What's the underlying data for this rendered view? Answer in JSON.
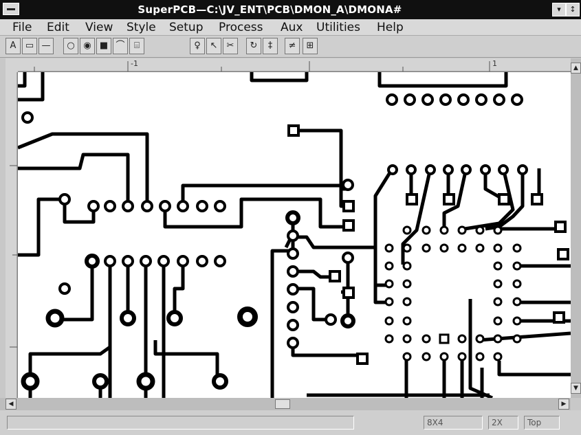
{
  "window": {
    "title": "SuperPCB—C:\\JV_ENT\\PCB\\DMON_A\\DMONA#",
    "minimize_glyph": "▾",
    "restore_glyph": "↕"
  },
  "menu": [
    {
      "label": "File"
    },
    {
      "label": "Edit"
    },
    {
      "label": "View"
    },
    {
      "label": "Style"
    },
    {
      "label": "Setup"
    },
    {
      "label": "Process"
    },
    {
      "label": "Aux"
    },
    {
      "label": "Utilities"
    },
    {
      "label": "Help"
    }
  ],
  "toolbar": {
    "tools": [
      {
        "icon": "text-tool-icon",
        "glyph": "A"
      },
      {
        "icon": "rectangle-tool-icon",
        "glyph": "▭"
      },
      {
        "icon": "line-tool-icon",
        "glyph": "—"
      },
      {
        "icon": "circle-tool-icon",
        "glyph": "○"
      },
      {
        "icon": "pad-tool-icon",
        "glyph": "◉"
      },
      {
        "icon": "square-pad-tool-icon",
        "glyph": "■"
      },
      {
        "icon": "arc-tool-icon",
        "glyph": "⌒"
      },
      {
        "icon": "component-tool-icon",
        "glyph": "⌸"
      },
      {
        "icon": "probe-tool-icon",
        "glyph": "♀"
      },
      {
        "icon": "pointer-tool-icon",
        "glyph": "↖"
      },
      {
        "icon": "cut-tool-icon",
        "glyph": "✂"
      },
      {
        "icon": "rotate-tool-icon",
        "glyph": "↻"
      },
      {
        "icon": "mirror-tool-icon",
        "glyph": "‡"
      },
      {
        "icon": "route-tool-icon",
        "glyph": "≠"
      },
      {
        "icon": "library-tool-icon",
        "glyph": "⊞"
      }
    ]
  },
  "rulers": {
    "marks": [
      "-1",
      "1"
    ]
  },
  "status": {
    "grid": "8X4",
    "zoom": "2X",
    "layer": "Top"
  }
}
